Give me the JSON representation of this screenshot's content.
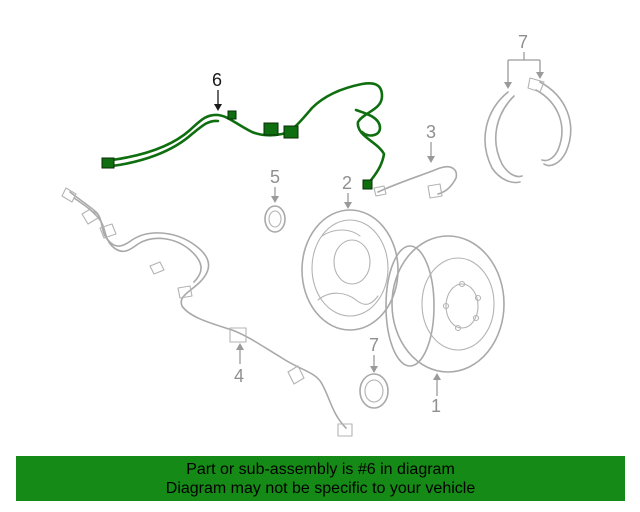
{
  "callouts": {
    "c1": "1",
    "c2": "2",
    "c3": "3",
    "c4": "4",
    "c5": "5",
    "c6": "6",
    "c7a": "7",
    "c7b": "7"
  },
  "highlight": {
    "part": "6",
    "color": "#0f6e0f"
  },
  "banner": {
    "line1": "Part or sub-assembly is #6 in diagram",
    "line2": "Diagram may not be specific to your vehicle",
    "color": "#168a16"
  }
}
